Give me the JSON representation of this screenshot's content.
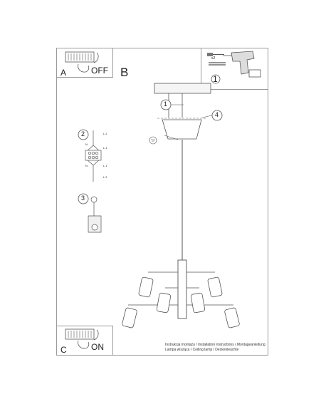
{
  "panel_a": {
    "letter": "A",
    "state": "OFF"
  },
  "panel_b": {
    "letter": "B"
  },
  "panel_c": {
    "letter": "C",
    "state": "ON"
  },
  "tools": {
    "count_label": "x2",
    "step": "1"
  },
  "steps": {
    "s1": "1",
    "s2": "2",
    "s3": "3",
    "s4": "4"
  },
  "wiring": {
    "l2_top": "L 2",
    "n_top": "N",
    "l1_top": "L 1",
    "n_bottom": "N",
    "l1_bottom": "L 1",
    "l2_bottom": "L 2"
  },
  "footer": {
    "line1": "Instrukcja montażu / Installation instructions / Montageanleitung",
    "line2": "Lampa wisząca / Ceiling lamp / Deckenleuchte"
  },
  "icons": [
    "hand-switch-off-icon",
    "hand-switch-on-icon",
    "screwdriver-icon",
    "drill-icon",
    "ground-icon",
    "terminal-block-icon",
    "ceiling-lamp-icon"
  ],
  "colors": {
    "line": "#555555",
    "frame": "#9a9a9a",
    "lamp_fill": "#ffffff"
  }
}
